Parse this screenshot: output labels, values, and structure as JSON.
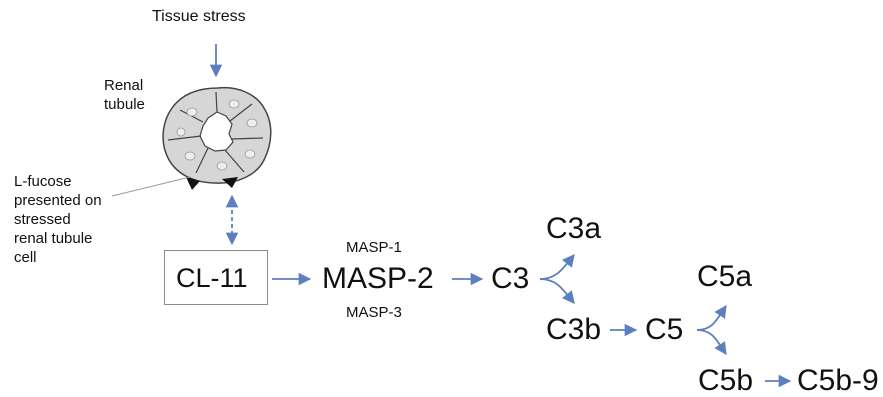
{
  "trigger": "Tissue stress",
  "cell_label": "Renal\ntubule",
  "ligand_note": "L-fucose\npresented on\nstressed\nrenal tubule\ncell",
  "nodes": {
    "cl11": "CL-11",
    "masp2": "MASP-2",
    "masp1": "MASP-1",
    "masp3": "MASP-3",
    "c3": "C3",
    "c3a": "C3a",
    "c3b": "C3b",
    "c5": "C5",
    "c5a": "C5a",
    "c5b": "C5b",
    "c5b9": "C5b-9"
  },
  "colors": {
    "arrow": "#5b7fbf",
    "cell_fill": "#d6d6d6",
    "cell_stroke": "#444444"
  }
}
